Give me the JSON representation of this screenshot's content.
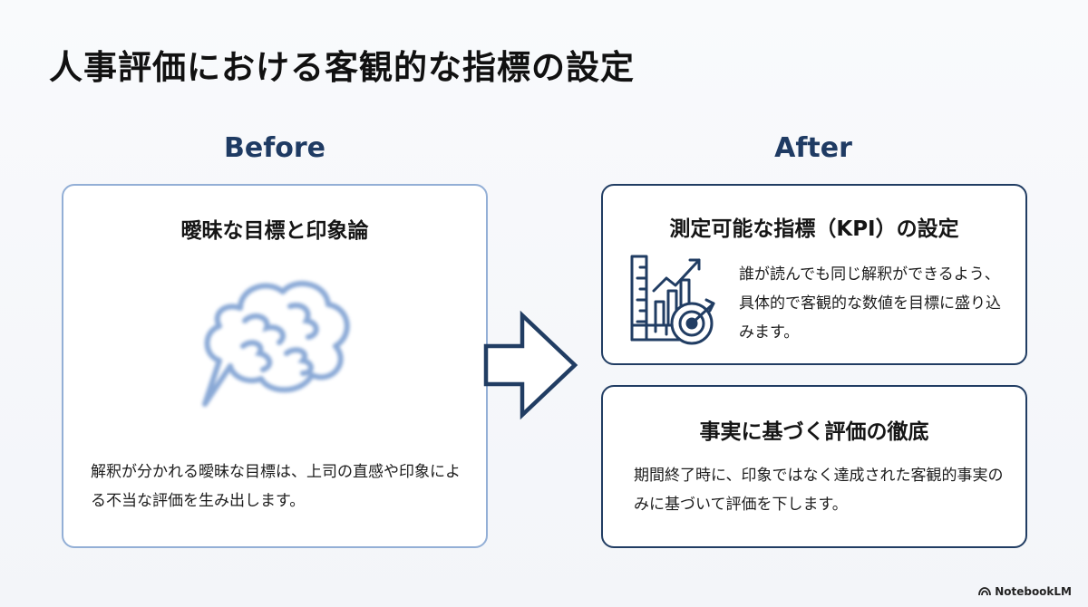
{
  "page": {
    "title": "人事評価における客観的な指標の設定"
  },
  "before": {
    "heading": "Before",
    "card_title": "曖昧な目標と印象論",
    "description": "解釈が分かれる曖昧な目標は、上司の直感や印象による不当な評価を生み出します。",
    "icon": "blurry-thought-cloud-icon"
  },
  "after": {
    "heading": "After",
    "cards": [
      {
        "title": "測定可能な指標（KPI）の設定",
        "description": "誰が読んでも同じ解釈ができるよう、具体的で客観的な数値を目標に盛り込みます。",
        "icon": "chart-target-ruler-icon"
      },
      {
        "title": "事実に基づく評価の徹底",
        "description": "期間終了時に、印象ではなく達成された客観的事実のみに基づいて評価を下します。"
      }
    ]
  },
  "transition_icon": "right-arrow-icon",
  "colors": {
    "heading_blue": "#1f3b63",
    "before_border": "#93afd6",
    "after_border": "#213d63"
  },
  "footer": {
    "brand": "NotebookLM",
    "brand_icon": "notebooklm-logo-icon"
  }
}
